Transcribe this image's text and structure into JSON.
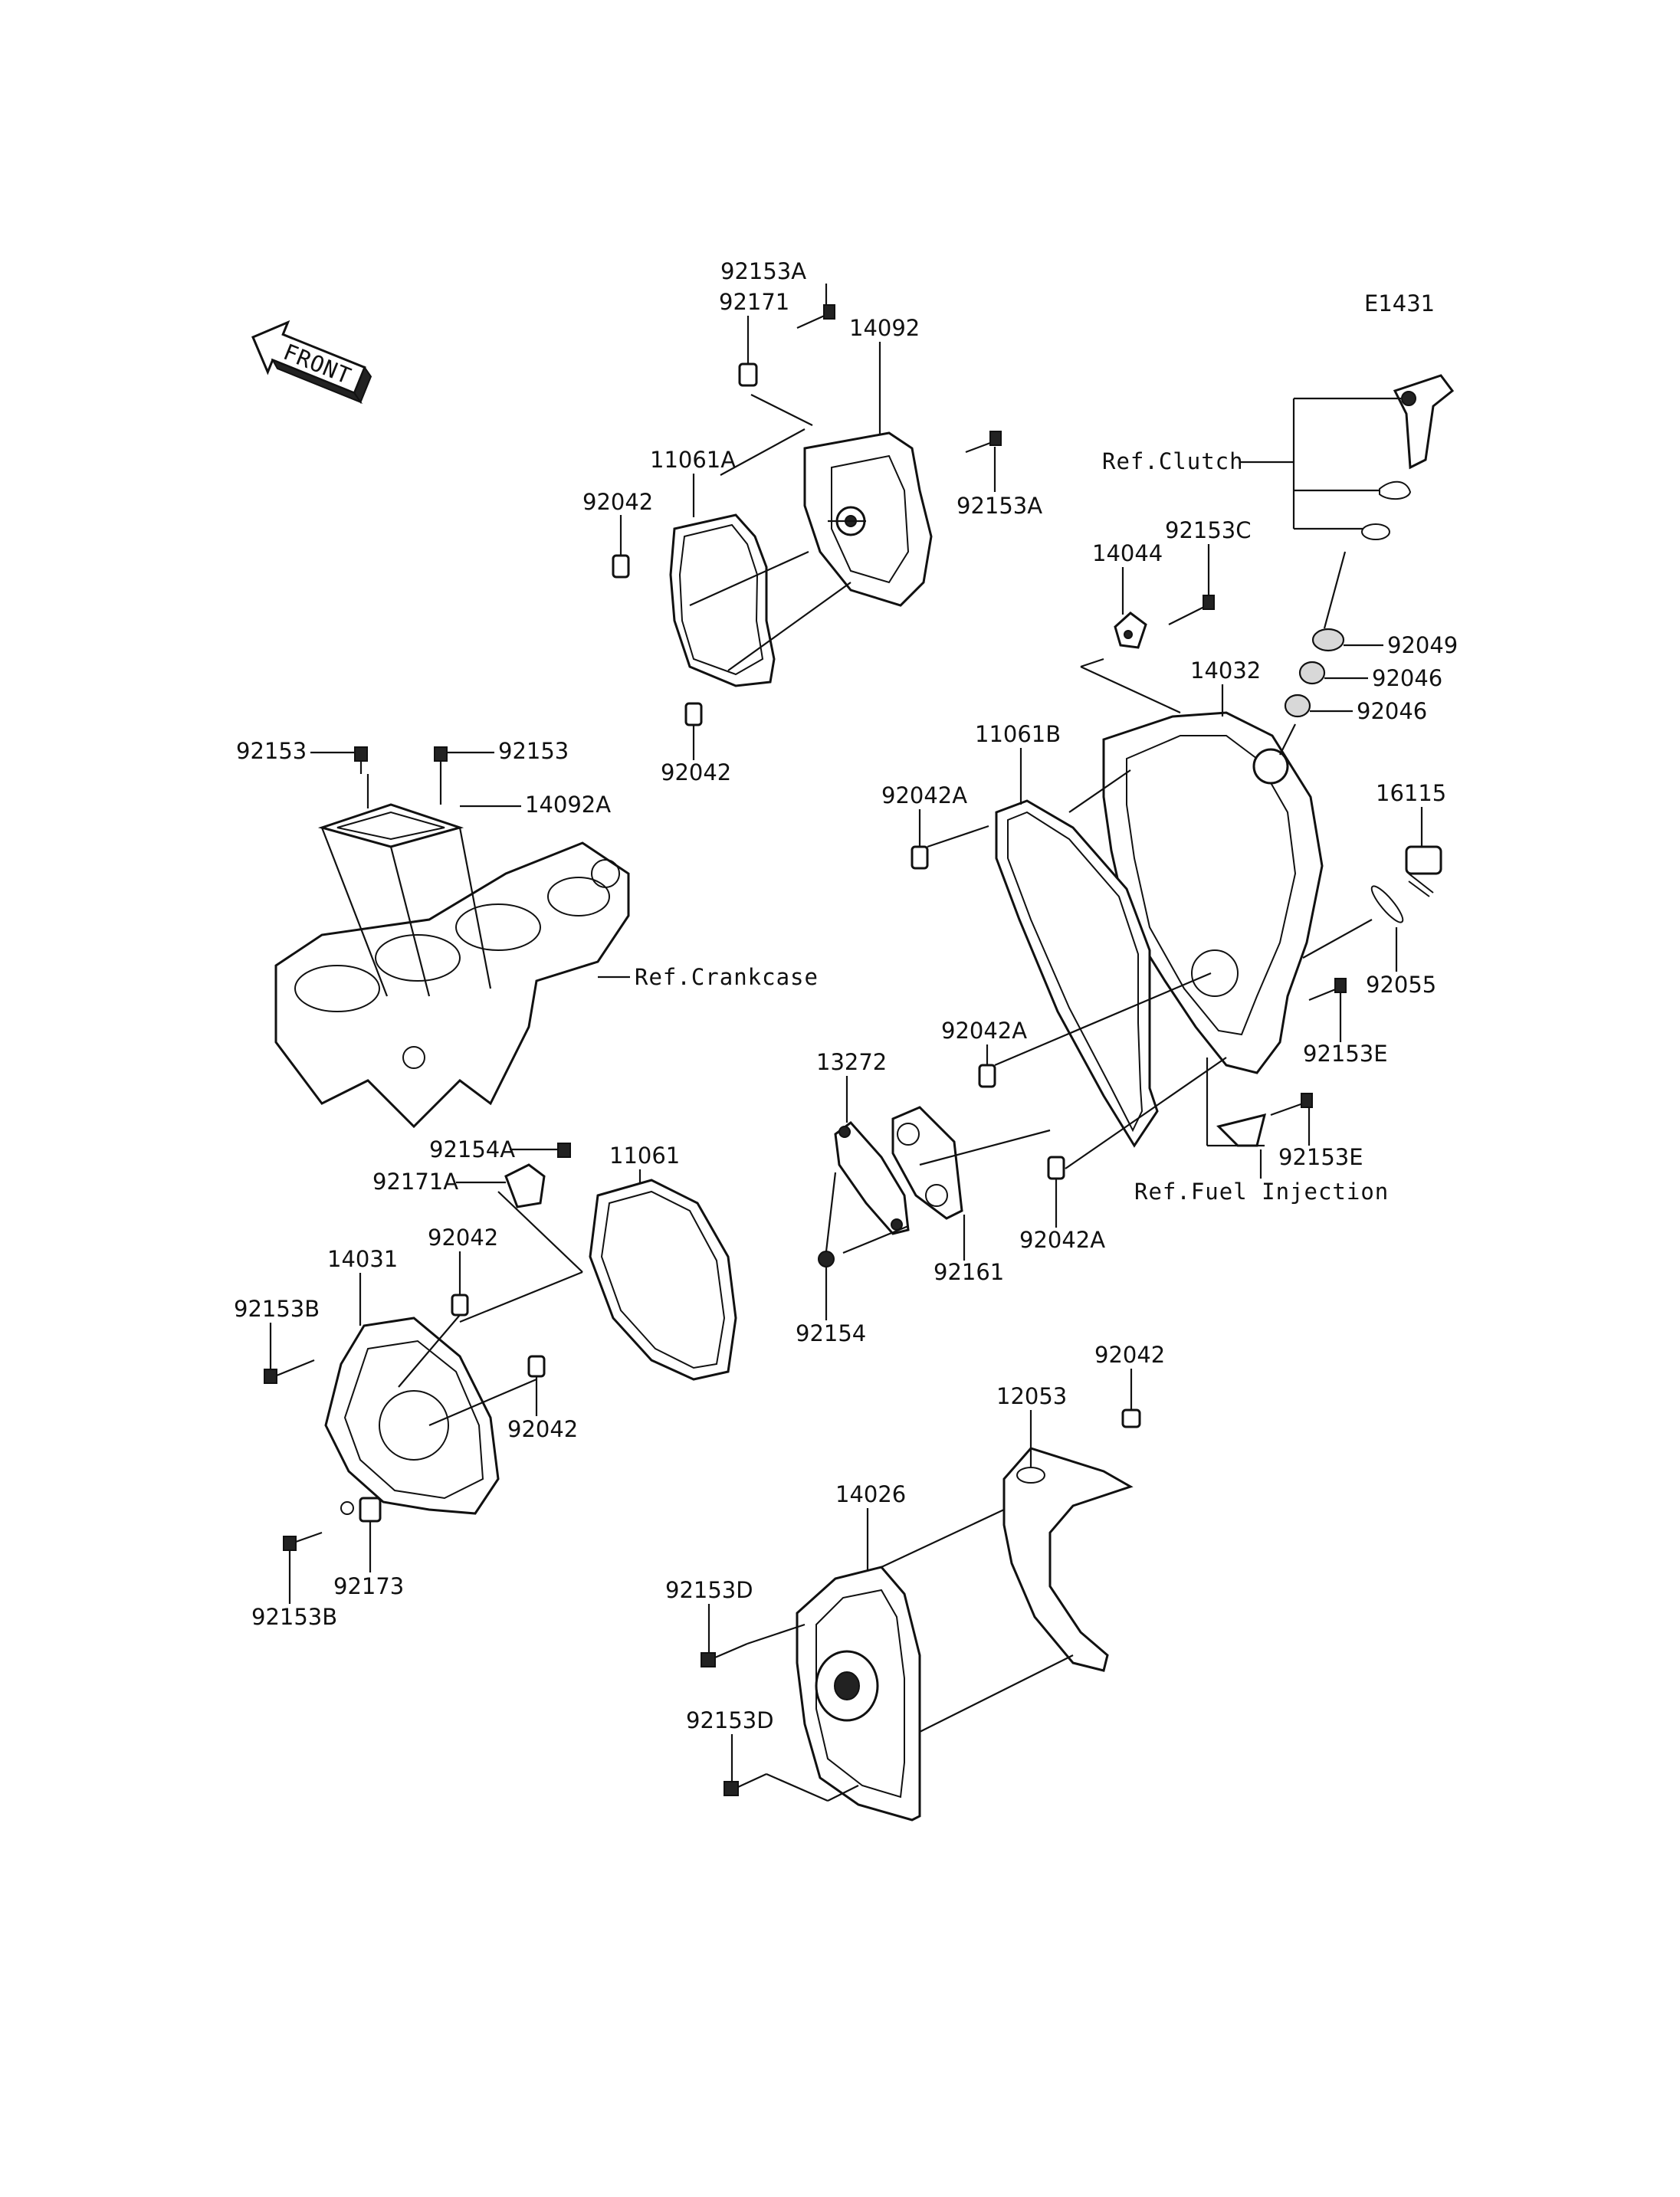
{
  "diagram_code": "E1431",
  "front_arrow_label": "FRONT",
  "refs": {
    "clutch": "Ref.Clutch",
    "crankcase": "Ref.Crankcase",
    "fuel_injection": "Ref.Fuel Injection"
  },
  "labels": {
    "p92153A_top": "92153A",
    "p92171": "92171",
    "p14092": "14092",
    "p11061A": "11061A",
    "p92042_a": "92042",
    "p92153A_right": "92153A",
    "p92042_b": "92042",
    "p92153_left": "92153",
    "p92153_right": "92153",
    "p14092A": "14092A",
    "p92153C": "92153C",
    "p14044": "14044",
    "p92049": "92049",
    "p92046_a": "92046",
    "p92046_b": "92046",
    "p14032": "14032",
    "p11061B": "11061B",
    "p92042A_a": "92042A",
    "p16115": "16115",
    "p92055": "92055",
    "p92153E_a": "92153E",
    "p92042A_b": "92042A",
    "p13272": "13272",
    "p92153E_b": "92153E",
    "p92042A_c": "92042A",
    "p92161": "92161",
    "p92154": "92154",
    "p11061": "11061",
    "p92154A": "92154A",
    "p92171A": "92171A",
    "p92042_c": "92042",
    "p14031": "14031",
    "p92153B_a": "92153B",
    "p92042_d": "92042",
    "p92173": "92173",
    "p92153B_b": "92153B",
    "p92042_e": "92042",
    "p12053": "12053",
    "p14026": "14026",
    "p92153D_a": "92153D",
    "p92153D_b": "92153D"
  }
}
